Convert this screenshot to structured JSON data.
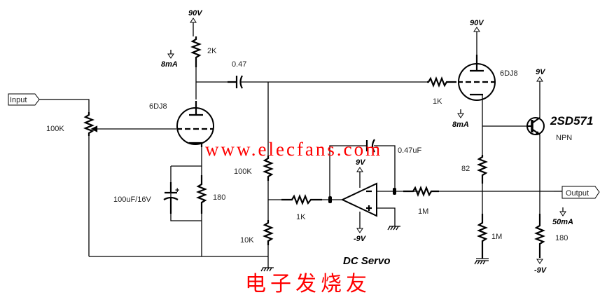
{
  "diagram": {
    "title": "DC Servo",
    "watermark_url": "www.elecfans.com",
    "watermark_cn": "电子发烧友",
    "colors": {
      "line": "#000000",
      "watermark": "#ff0000",
      "label": "#222222"
    }
  },
  "ports": {
    "input": "Input",
    "output": "Output"
  },
  "supplies": {
    "v1_top": "90V",
    "v2_top": "90V",
    "opamp_pos": "9V",
    "opamp_neg": "-9V",
    "transistor_pos": "9V",
    "transistor_neg": "-9V"
  },
  "currents": {
    "stage1": "8mA",
    "stage2": "8mA",
    "output_stage": "50mA"
  },
  "components": {
    "pot_input": "100K",
    "r_plate": "2K",
    "c_coupling": "0.47",
    "tube1": "6DJ8",
    "c_cathode": "100uF/16V",
    "r_cathode": "180",
    "r_div_top": "100K",
    "r_div_bottom": "10K",
    "r_servo_in": "1K",
    "c_integrator": "0.47uF",
    "r_servo_out": "1M",
    "r_grid": "1K",
    "tube2": "6DJ8",
    "r_82": "82",
    "r_1m_ground": "1M",
    "transistor": "2SD571",
    "transistor_type": "NPN",
    "r_emitter": "180"
  }
}
